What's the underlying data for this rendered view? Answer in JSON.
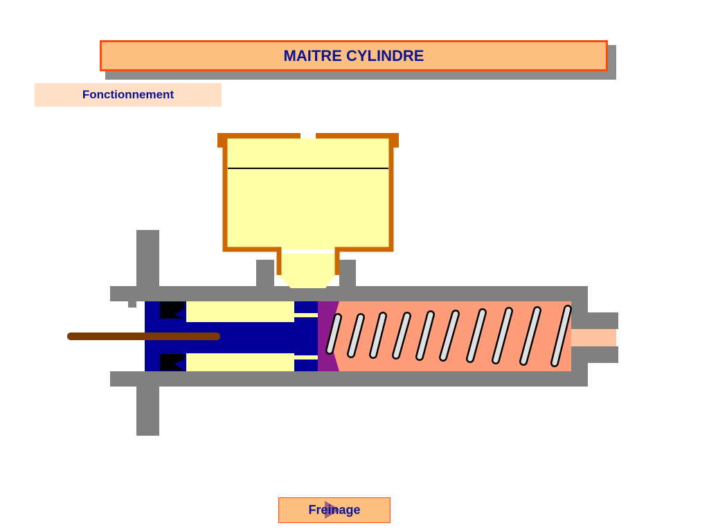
{
  "header": {
    "title": "MAITRE CYLINDRE",
    "subtitle": "Fonctionnement"
  },
  "navigation": {
    "next_label": "Freinage",
    "next_icon": "play-arrow-icon"
  },
  "colors": {
    "title_background": "#ffbf80",
    "title_border": "#ff4a0a",
    "text": "#0b1390",
    "housing": "#808080",
    "reservoir_wall": "#cc6600",
    "brake_fluid": "#ffffa8",
    "piston": "#000099",
    "seal": "#8c1a8c",
    "pressure_chamber": "#ff9c7a",
    "spring": "#e0e0e0",
    "push_rod": "#7a3a00",
    "outlet_line": "#ffc2a0"
  }
}
